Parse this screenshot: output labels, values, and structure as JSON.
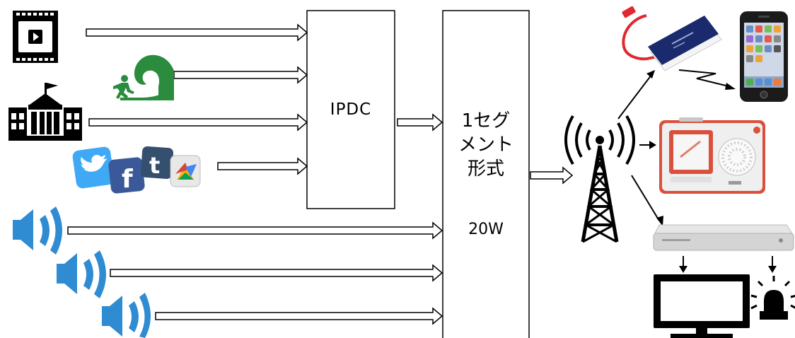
{
  "nodes": {
    "ipdc": {
      "label": "IPDC"
    },
    "segment": {
      "line1": "1セグ",
      "line2": "メント",
      "line3": "形式",
      "power": "20W"
    }
  },
  "colors": {
    "box_stroke": "#000000",
    "speaker_blue": "#2f8bd2",
    "social_twitter": "#3fa9f5",
    "social_facebook": "#3b5998",
    "social_tumblr": "#35506e",
    "tsunami_green": "#2a8c3c",
    "charger_red": "#e0282e",
    "charger_navy": "#1a2a6c",
    "radio_red": "#d9513c"
  },
  "icons": [
    "video-icon",
    "tsunami-evacuation-icon",
    "government-building-icon",
    "social-media-icons",
    "speaker-icon",
    "broadcast-tower-icon",
    "mobile-charger-icon",
    "smartphone-icon",
    "radio-icon",
    "set-top-box-icon",
    "tv-monitor-icon",
    "alarm-light-icon"
  ]
}
